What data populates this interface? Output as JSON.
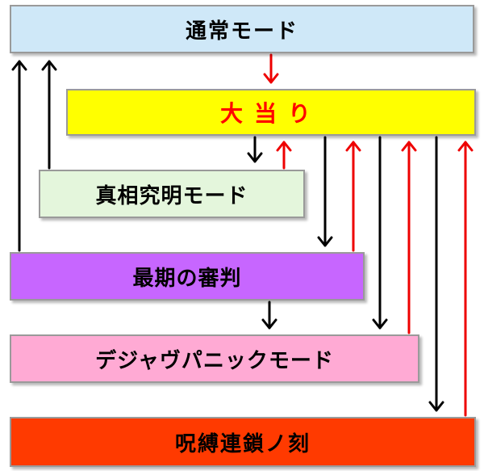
{
  "diagram": {
    "nodes": {
      "normal_mode": {
        "label": "通常モード",
        "fill": "#cfe8f8"
      },
      "jackpot": {
        "label": "大当り",
        "fill": "#ffff00",
        "text_color": "#ff0000"
      },
      "truth_mode": {
        "label": "真相究明モード",
        "fill": "#e4f6dc"
      },
      "last_judgment": {
        "label": "最期の審判",
        "fill": "#c766ff"
      },
      "dejavu_panic_mode": {
        "label": "デジャヴパニックモード",
        "fill": "#ffaad4"
      },
      "curse_moment": {
        "label": "呪縛連鎖ノ刻",
        "fill": "#ff3a00"
      }
    },
    "edges": [
      {
        "from": "normal_mode",
        "to": "jackpot",
        "color": "red"
      },
      {
        "from": "jackpot",
        "to": "truth_mode",
        "color": "black"
      },
      {
        "from": "truth_mode",
        "to": "jackpot",
        "color": "red"
      },
      {
        "from": "jackpot",
        "to": "last_judgment",
        "color": "black"
      },
      {
        "from": "last_judgment",
        "to": "jackpot",
        "color": "red"
      },
      {
        "from": "jackpot",
        "to": "dejavu_panic_mode",
        "color": "black"
      },
      {
        "from": "dejavu_panic_mode",
        "to": "jackpot",
        "color": "red"
      },
      {
        "from": "jackpot",
        "to": "curse_moment",
        "color": "black"
      },
      {
        "from": "curse_moment",
        "to": "jackpot",
        "color": "red"
      },
      {
        "from": "last_judgment",
        "to": "dejavu_panic_mode",
        "color": "black"
      },
      {
        "from": "last_judgment",
        "to": "normal_mode",
        "color": "black"
      },
      {
        "from": "truth_mode",
        "to": "normal_mode",
        "color": "black"
      }
    ]
  }
}
